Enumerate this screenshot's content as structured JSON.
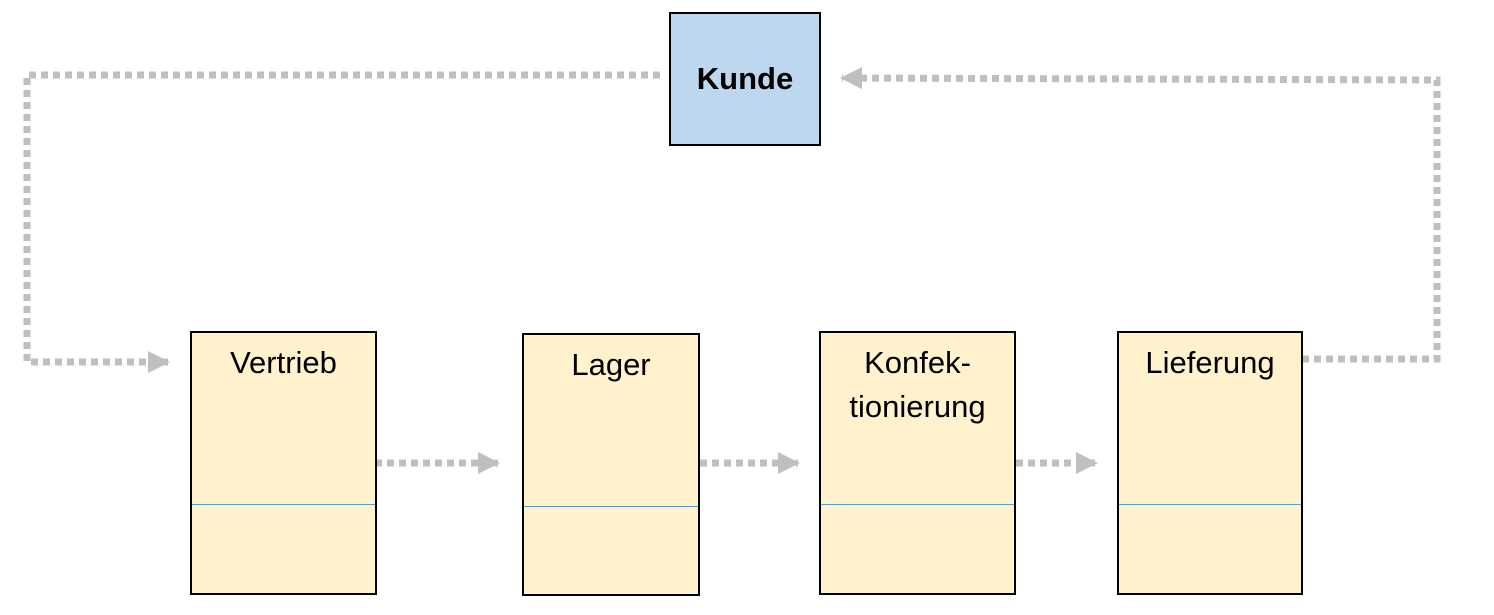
{
  "diagram": {
    "customer": {
      "label": "Kunde",
      "fill": "#bdd7ee"
    },
    "steps": [
      {
        "label": "Vertrieb"
      },
      {
        "label": "Lager"
      },
      {
        "label": "Konfek-\ntionierung"
      },
      {
        "label": "Lieferung"
      }
    ],
    "colors": {
      "step_fill": "#fff2cc",
      "border": "#000000",
      "divider": "#5b9bd5",
      "connector": "#bfbfbf"
    },
    "connector_style": "dotted-arrow"
  }
}
